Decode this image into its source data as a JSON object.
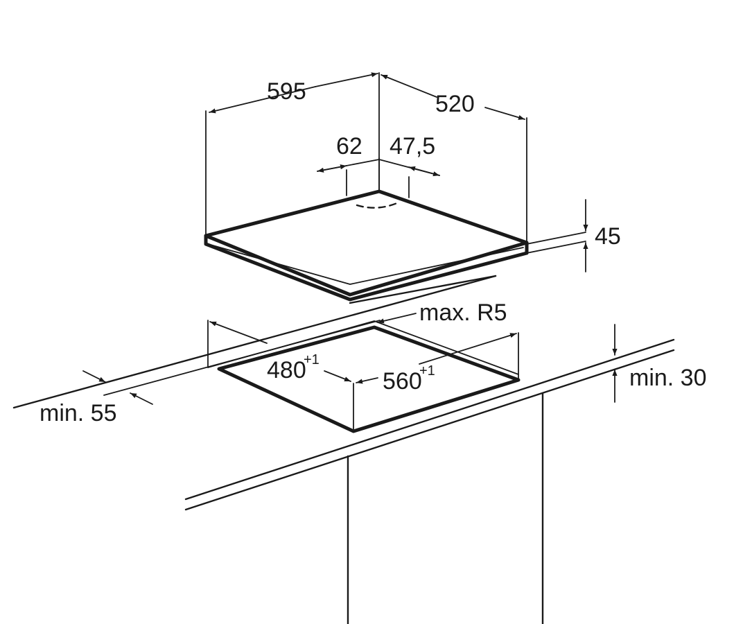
{
  "diagram": {
    "labels": {
      "width": "595",
      "depth": "520",
      "offset_left": "62",
      "offset_right": "47,5",
      "height": "45",
      "radius": "max. R5",
      "cutout_depth": "480",
      "cutout_depth_tol": "+1",
      "cutout_width": "560",
      "cutout_width_tol": "+1",
      "front_clearance": "min. 55",
      "worktop_clearance": "min. 30"
    }
  }
}
